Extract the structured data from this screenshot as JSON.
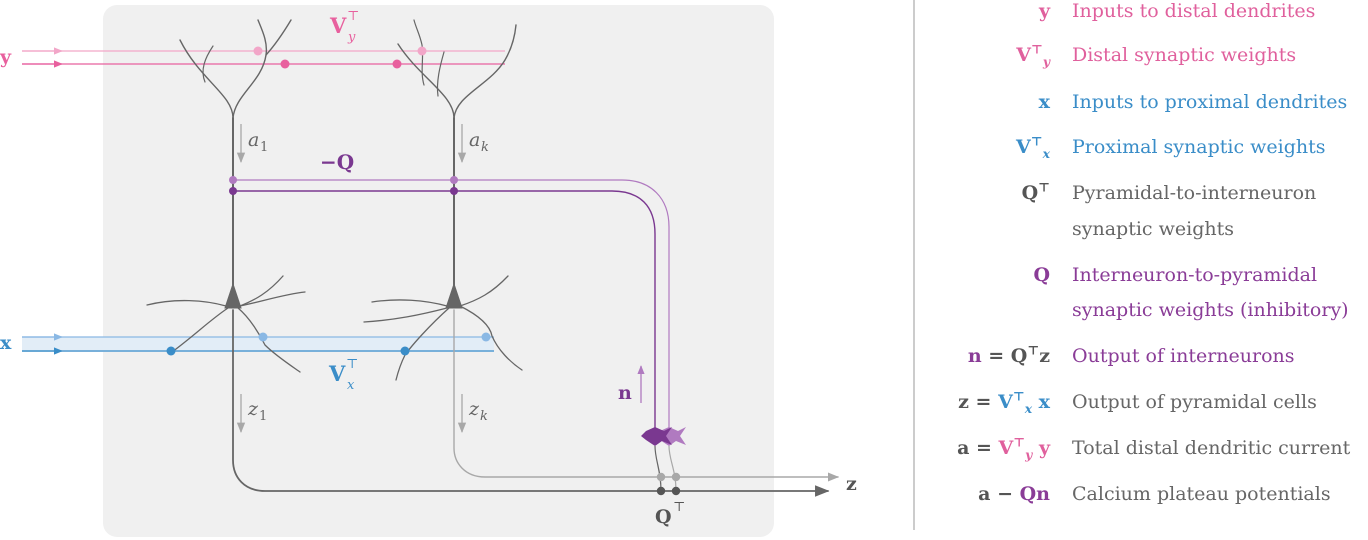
{
  "colors": {
    "pink": "#e8609e",
    "pink_light": "#f2a6c8",
    "blue": "#3a8dc8",
    "blue_light": "#8ab8e4",
    "purple": "#7a3890",
    "purple_light": "#b07ac0",
    "gray": "#666666",
    "gray_light": "#a8a8a8",
    "panel": "#f0f0f0"
  },
  "diagram": {
    "input_y": "y",
    "input_x": "x",
    "output_z": "z",
    "weights_Vy": "V",
    "weights_Vy_sub": "y",
    "weights_Vx": "V",
    "weights_Vx_sub": "x",
    "transpose": "⊤",
    "neg_Q": "−Q",
    "Q_top": "Q",
    "n_label": "n",
    "a1_var": "a",
    "a1_sub": "1",
    "ak_var": "a",
    "ak_sub": "k",
    "z1_var": "z",
    "z1_sub": "1",
    "zk_var": "z",
    "zk_sub": "k"
  },
  "legend": [
    {
      "sym": "y",
      "desc": "Inputs to distal dendrites",
      "color": "pink"
    },
    {
      "sym": "V",
      "sub": "y",
      "sup": "⊤",
      "desc": "Distal synaptic weights",
      "color": "pink"
    },
    {
      "sym": "x",
      "desc": "Inputs to proximal dendrites",
      "color": "blue"
    },
    {
      "sym": "V",
      "sub": "x",
      "sup": "⊤",
      "desc": "Proximal synaptic weights",
      "color": "blue"
    },
    {
      "sym": "Q",
      "sup": "⊤",
      "desc": "Pyramidal-to-interneuron",
      "desc2": "synaptic weights",
      "color": "gray"
    },
    {
      "sym": "Q",
      "desc": "Interneuron-to-pyramidal",
      "desc2": "synaptic weights (inhibitory)",
      "color": "purple"
    },
    {
      "sym": "n = Q⊤z",
      "desc": "Output of interneurons",
      "color": "purple"
    },
    {
      "sym": "z = Vx⊤x",
      "desc": "Output of pyramidal cells",
      "color": "gray"
    },
    {
      "sym": "a = Vy⊤y",
      "desc": "Total distal dendritic current",
      "color": "gray"
    },
    {
      "sym": "a − Qn",
      "desc": "Calcium plateau potentials",
      "color": "gray"
    }
  ]
}
